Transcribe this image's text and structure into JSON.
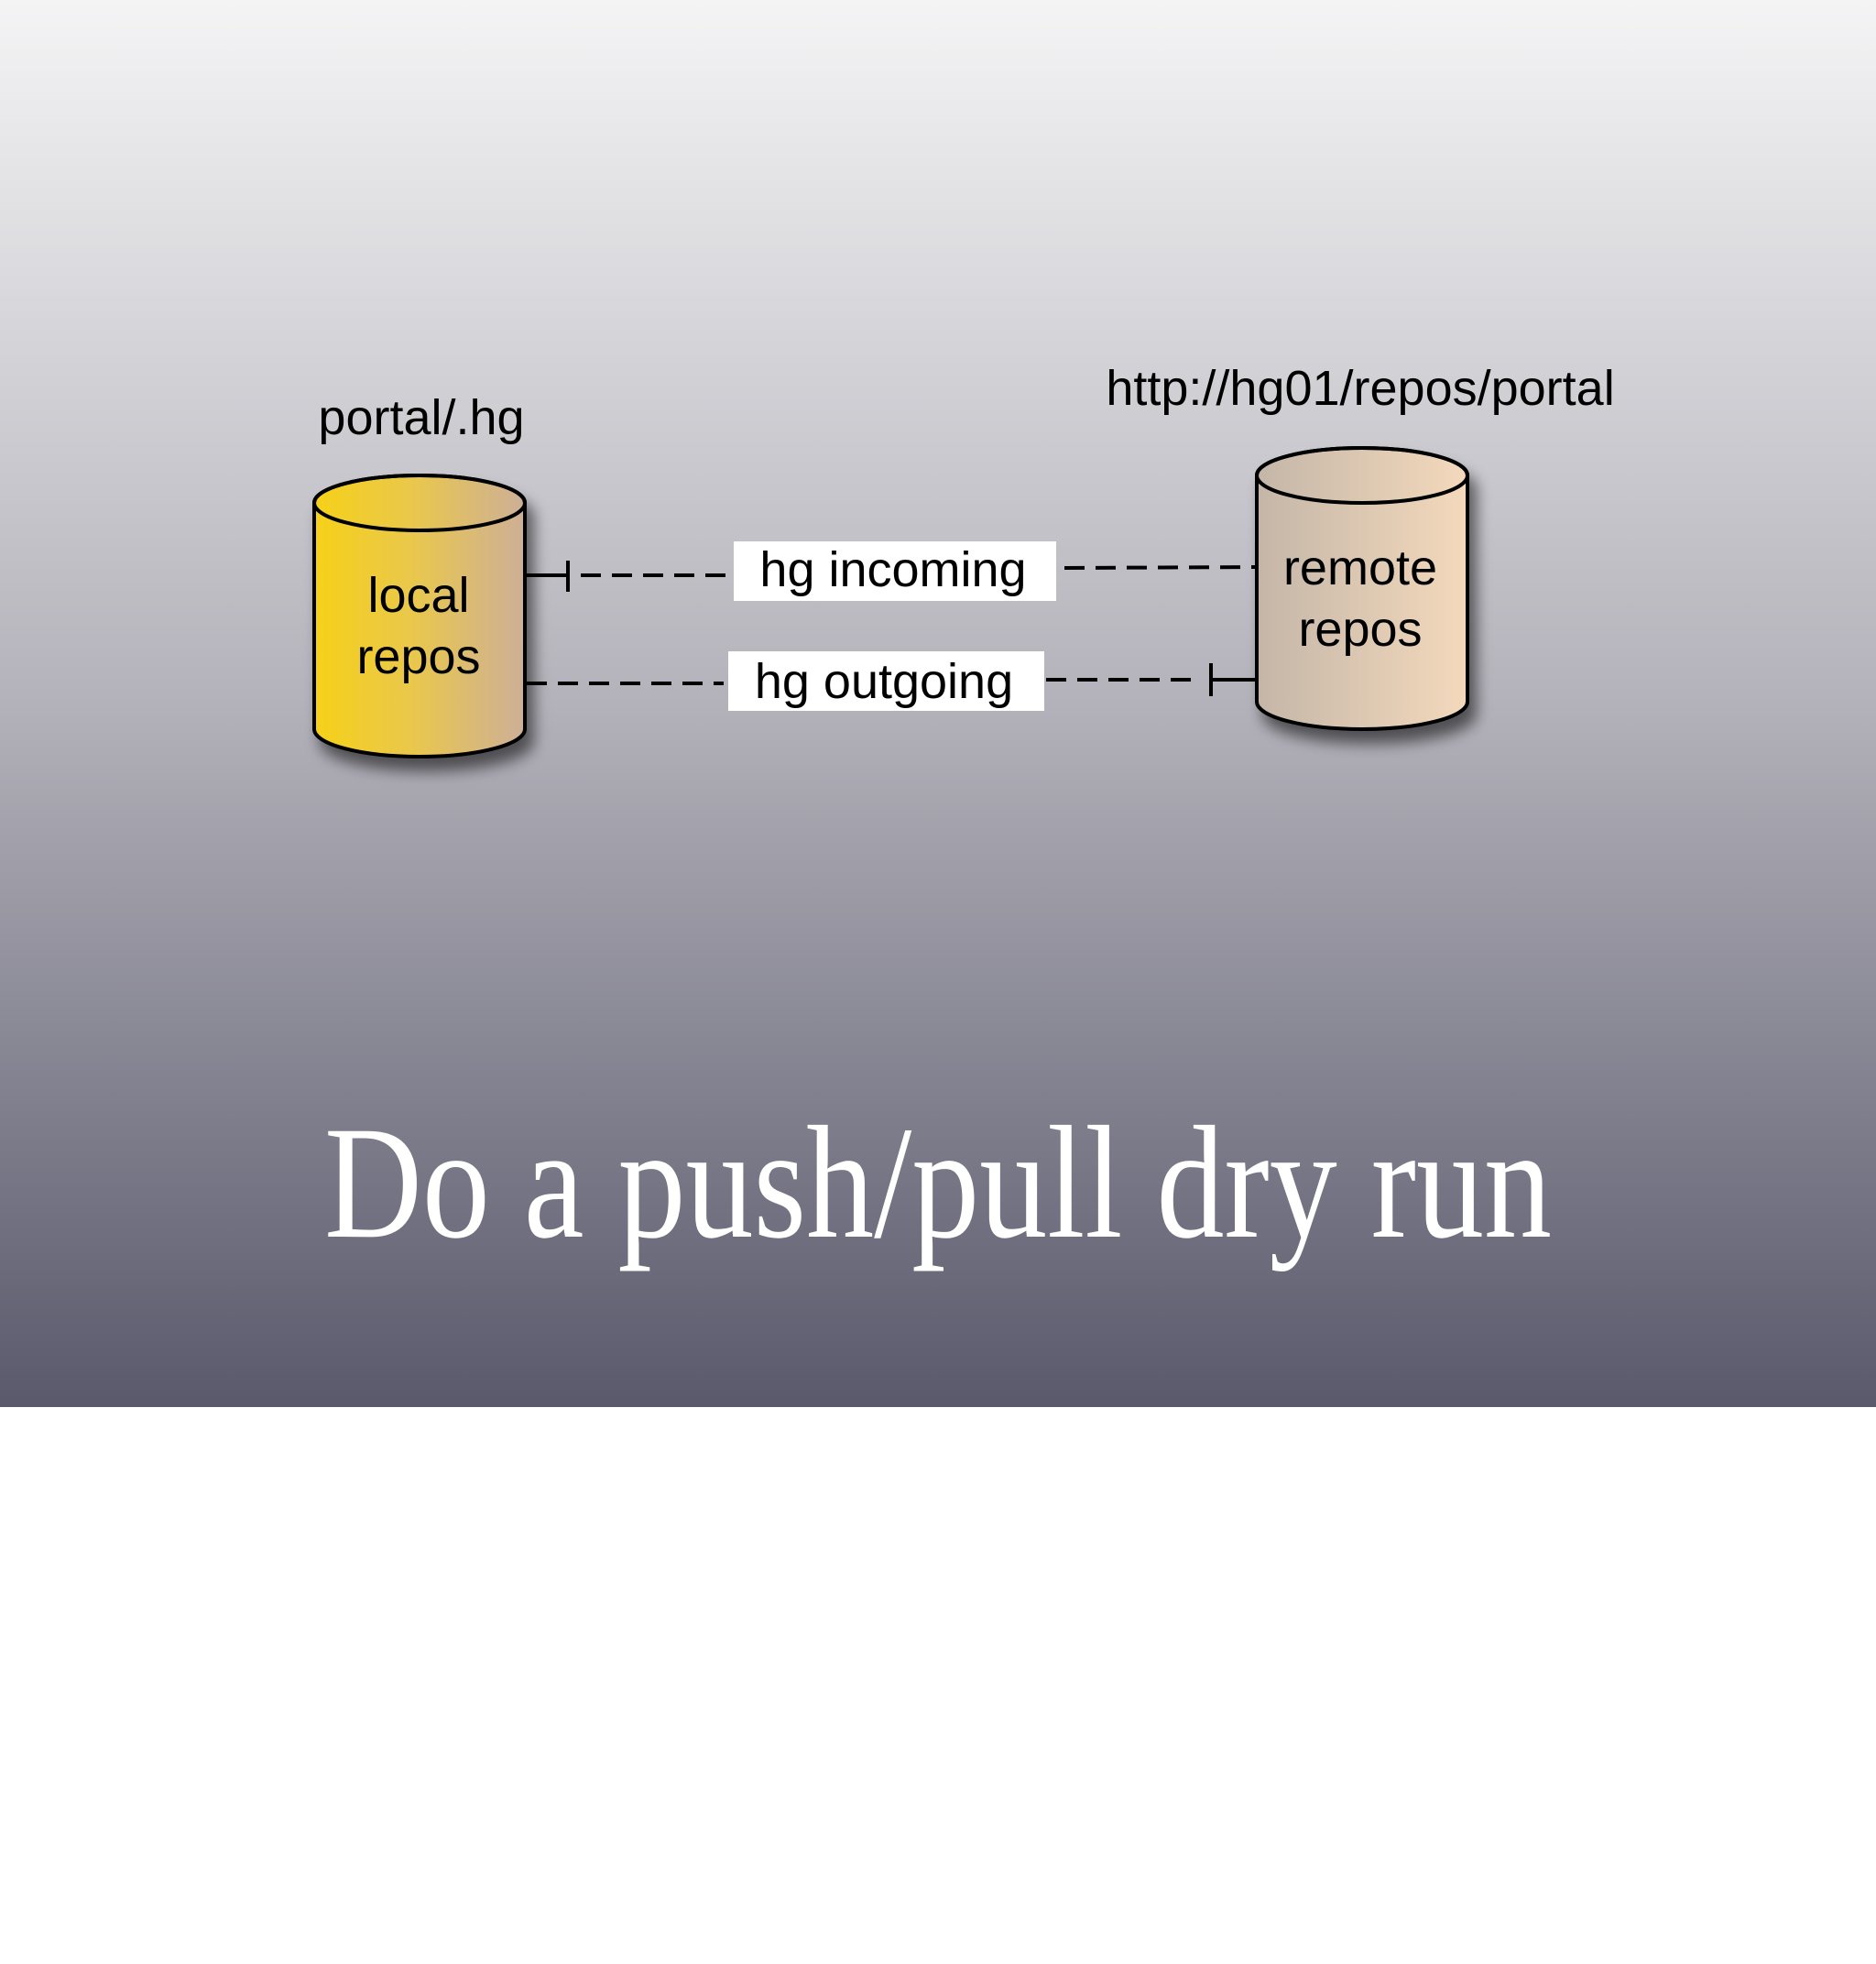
{
  "slide": {
    "title": "Do a push/pull dry run",
    "colors": {
      "background_top": "#F4F4F5",
      "background_bottom": "#5A596C",
      "title_text": "#FFFFFF",
      "local_repo_fill_left": "#F6D118",
      "local_repo_fill_right": "#CDAF97",
      "remote_repo_fill_left": "#C4B6A8",
      "remote_repo_fill_right": "#F4D9BC"
    }
  },
  "diagram": {
    "local_repo": {
      "path_label": "portal/.hg",
      "body_line1": "local",
      "body_line2": "repos"
    },
    "remote_repo": {
      "path_label": "http://hg01/repos/portal",
      "body_line1": "remote",
      "body_line2": "repos"
    },
    "connectors": {
      "incoming": "hg incoming",
      "outgoing": "hg outgoing"
    }
  }
}
